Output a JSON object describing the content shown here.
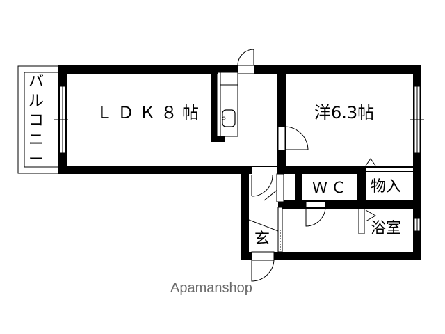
{
  "floor_plan": {
    "rooms": {
      "ldk": "ＬＤＫ８帖",
      "western_room": "洋6.3帖",
      "wc": "ＷＣ",
      "storage": "物入",
      "bathroom": "浴室",
      "entrance": "玄",
      "balcony": [
        "バ",
        "ル",
        "コ",
        "ニ",
        "ー"
      ]
    },
    "brand": "Apamanshop",
    "colors": {
      "wall": "#000000",
      "background": "#ffffff",
      "brand_text": "#6b6b6b"
    }
  }
}
